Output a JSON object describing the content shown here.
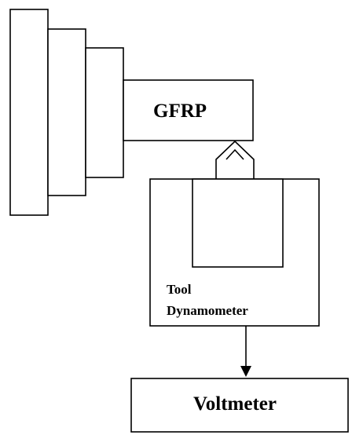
{
  "diagram": {
    "workpiece_label": "GFRP",
    "dynamometer_label_line1": "Tool",
    "dynamometer_label_line2": "Dynamometer",
    "voltmeter_label": "Voltmeter"
  },
  "colors": {
    "stroke": "#000000",
    "fill": "#ffffff"
  }
}
